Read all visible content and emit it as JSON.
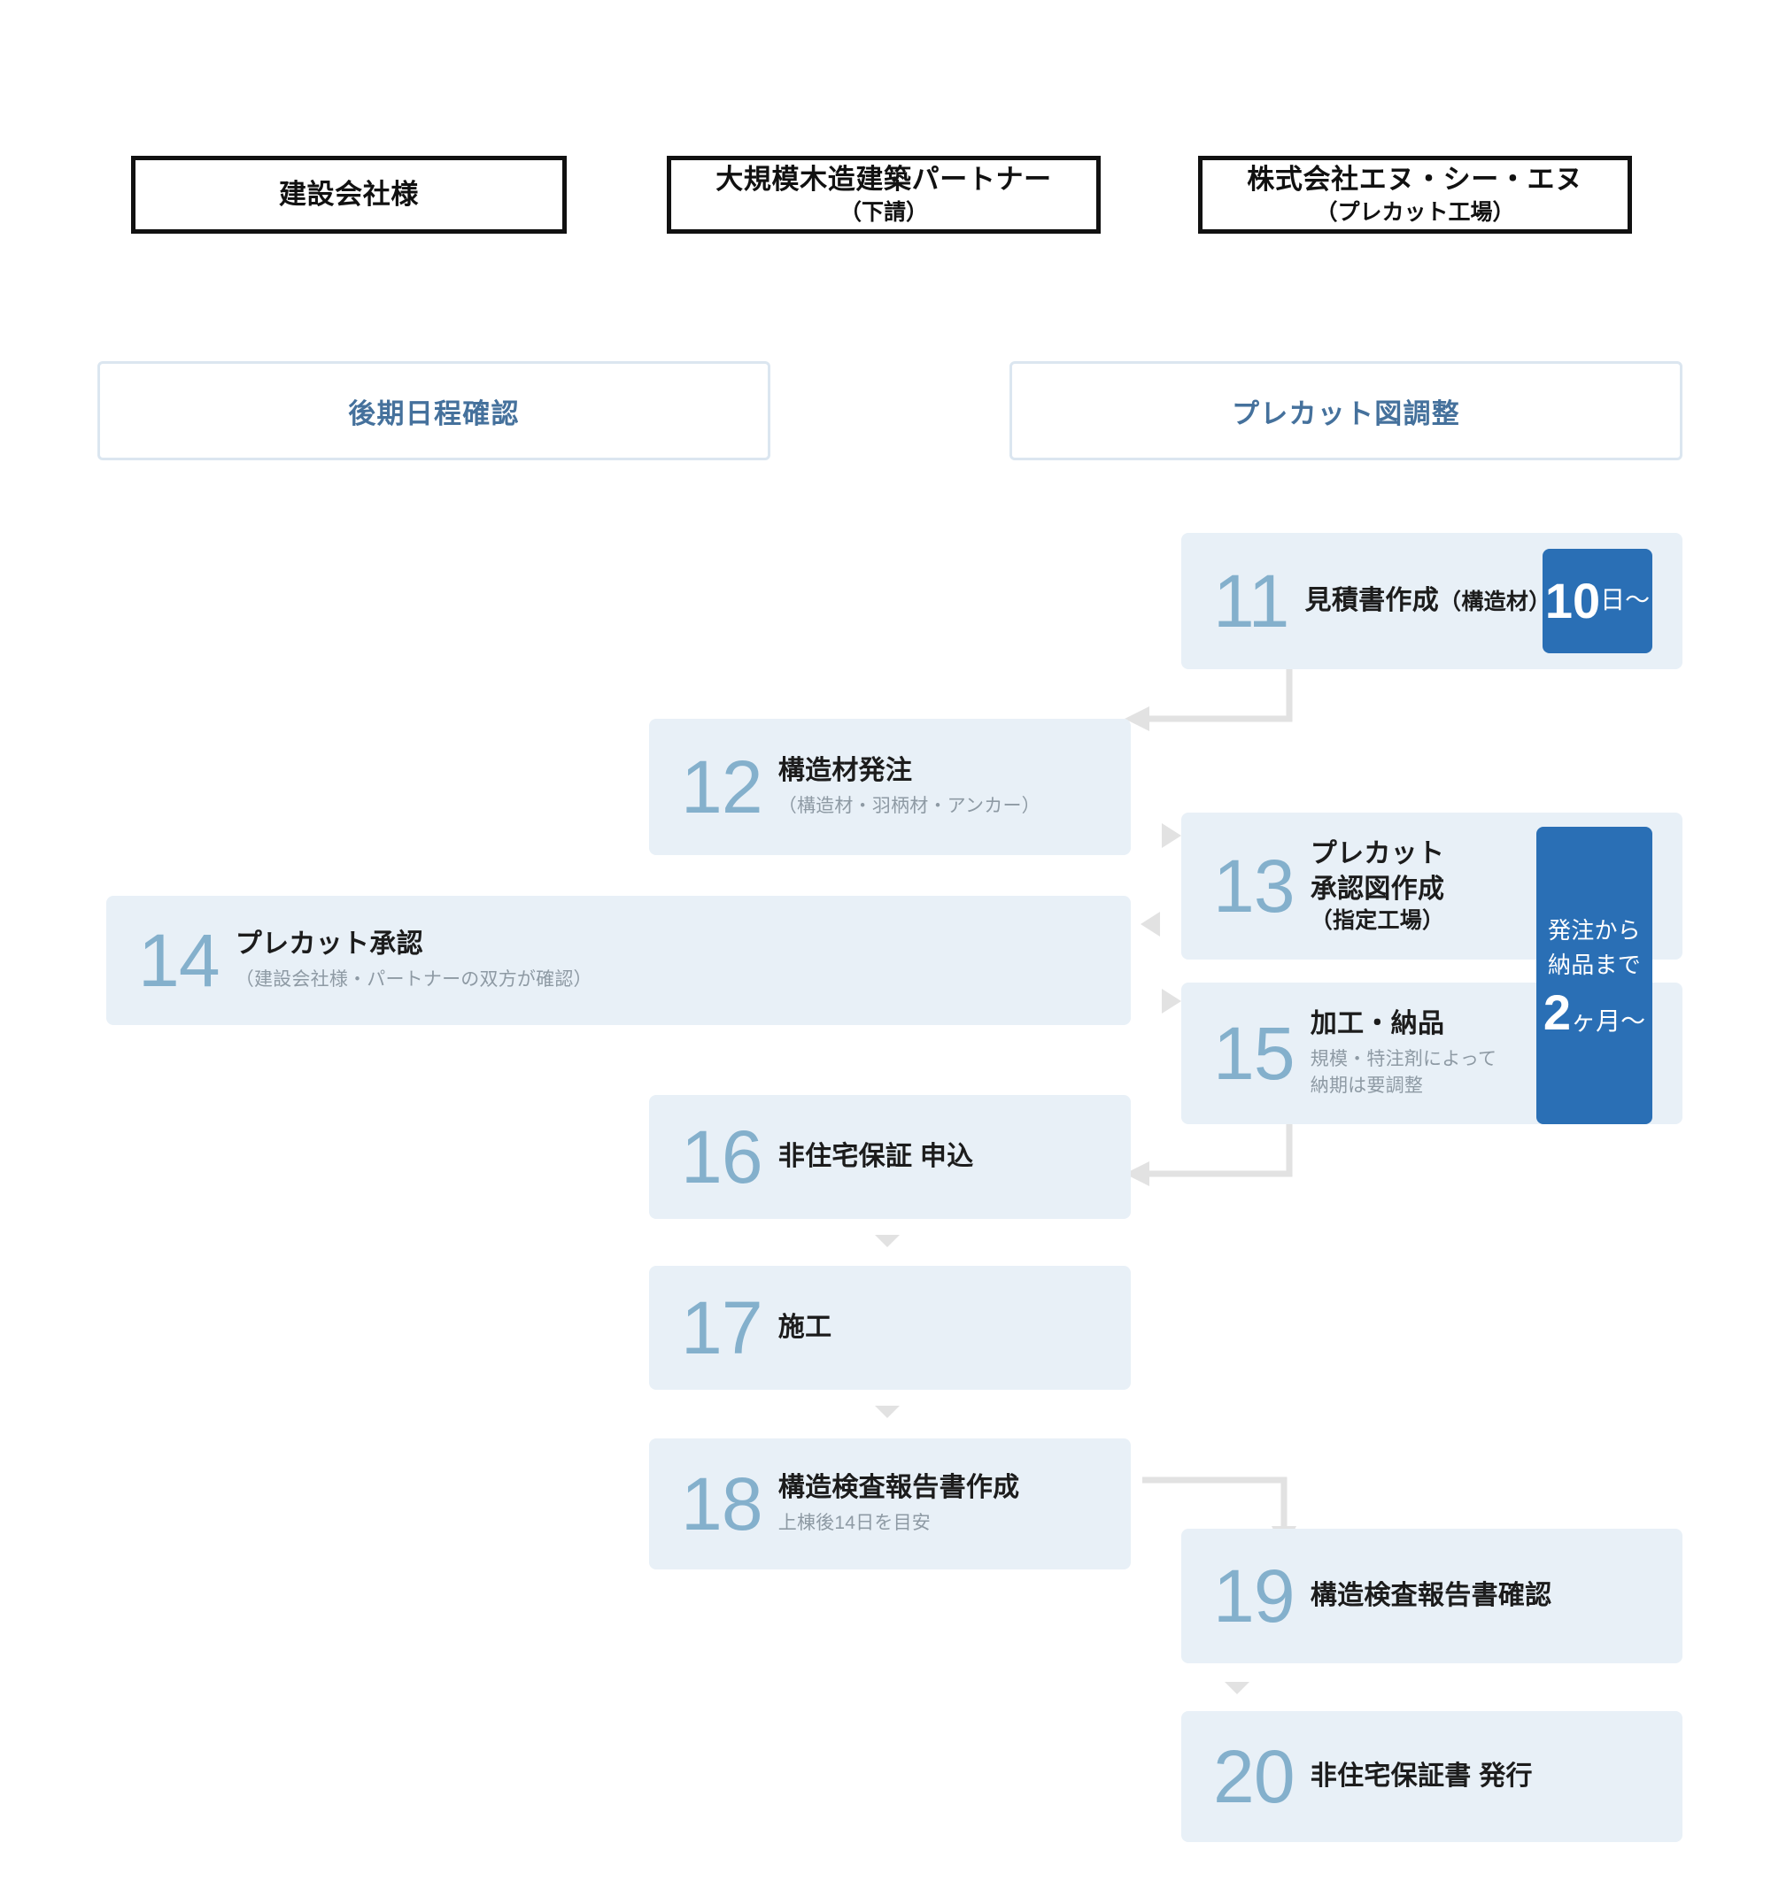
{
  "columns": [
    {
      "name": "construction-company",
      "main": "建設会社様",
      "sub": ""
    },
    {
      "name": "large-scale-wood-partner",
      "main": "大規模木造建築パートナー",
      "sub": "（下請）"
    },
    {
      "name": "ncn-precut-factory",
      "main": "株式会社エヌ・シー・エヌ",
      "sub": "（プレカット工場）"
    }
  ],
  "phases": [
    {
      "name": "schedule-confirm",
      "label": "後期日程確認"
    },
    {
      "name": "precut-drawing-adjust",
      "label": "プレカット図調整"
    }
  ],
  "steps": [
    {
      "num": "11",
      "title": "見積書作成",
      "title_paren": "（構造材）",
      "subtitle": "",
      "column": "ncn"
    },
    {
      "num": "12",
      "title": "構造材発注",
      "title_paren": "",
      "subtitle": "（構造材・羽柄材・アンカー）",
      "column": "partner"
    },
    {
      "num": "13",
      "title_lines": [
        "プレカット",
        "承認図作成"
      ],
      "title_paren_line": "（指定工場）",
      "subtitle": "",
      "column": "ncn"
    },
    {
      "num": "14",
      "title": "プレカット承認",
      "title_paren": "",
      "subtitle": "（建設会社様・パートナーの双方が確認）",
      "column": "construction"
    },
    {
      "num": "15",
      "title": "加工・納品",
      "title_paren": "",
      "subtitle_lines": [
        "規模・特注剤によって",
        "納期は要調整"
      ],
      "column": "ncn"
    },
    {
      "num": "16",
      "title": "非住宅保証 申込",
      "title_paren": "",
      "subtitle": "",
      "column": "partner"
    },
    {
      "num": "17",
      "title": "施工",
      "title_paren": "",
      "subtitle": "",
      "column": "partner"
    },
    {
      "num": "18",
      "title": "構造検査報告書作成",
      "title_paren": "",
      "subtitle": "上棟後14日を目安",
      "column": "partner"
    },
    {
      "num": "19",
      "title": "構造検査報告書確認",
      "title_paren": "",
      "subtitle": "",
      "column": "ncn"
    },
    {
      "num": "20",
      "title": "非住宅保証書 発行",
      "title_paren": "",
      "subtitle": "",
      "column": "ncn"
    }
  ],
  "badges": {
    "estimate_days": {
      "value": "10",
      "unit": "日〜"
    },
    "order_to_delivery": {
      "line1": "発注から",
      "line2": "納品まで",
      "value": "2",
      "unit": "ヶ月〜"
    }
  },
  "colors": {
    "card_bg": "#e8f0f7",
    "number": "#84b0cc",
    "accent_blue": "#2a6fb5",
    "phase_text": "#45719c",
    "phase_border": "#dbe6f0",
    "connector": "#e2e2e2",
    "title_text": "#1c1c1c",
    "subtitle_text": "#8e9aa4"
  }
}
